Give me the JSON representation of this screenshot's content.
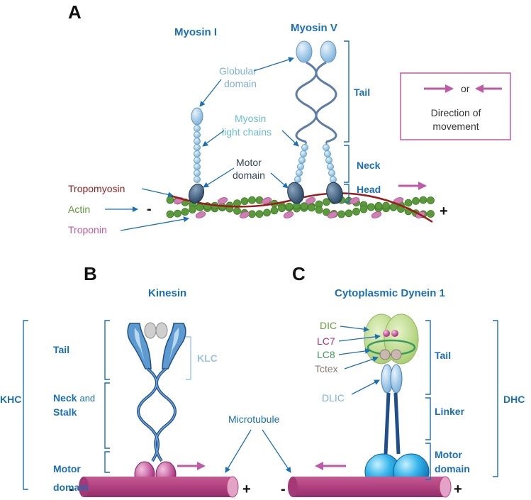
{
  "colors": {
    "blue_label": "#1a6fb5",
    "light_blue_label": "#7fb0d6",
    "tropomyosin": "#9b1c1c",
    "actin": "#5a9a3a",
    "troponin": "#c65a9e",
    "microtubule": "#b8457f",
    "arrow_pink": "#c05aa8",
    "dynein_green": "#b5d67a"
  },
  "panelA": {
    "letter": "A",
    "myosin1_title": "Myosin I",
    "myosin5_title": "Myosin V",
    "globular_line1": "Globular",
    "globular_line2": "domain",
    "light_chains_line1": "Myosin",
    "light_chains_line2": "light chains",
    "motor_line1": "Motor",
    "motor_line2": "domain",
    "tail": "Tail",
    "neck": "Neck",
    "head": "Head",
    "tropomyosin": "Tropomyosin",
    "actin": "Actin",
    "troponin": "Troponin",
    "minus": "-",
    "plus": "+",
    "legend_or": "or",
    "legend_line1": "Direction of",
    "legend_line2": "movement"
  },
  "panelB": {
    "letter": "B",
    "title": "Kinesin",
    "tail": "Tail",
    "neck_bold": "Neck",
    "neck_and": "and",
    "stalk": "Stalk",
    "motor_line1": "Motor",
    "motor_line2": "domain",
    "khc": "KHC",
    "klc": "KLC",
    "minus": "-",
    "plus": "+"
  },
  "panelC": {
    "letter": "C",
    "title": "Cytoplasmic Dynein 1",
    "dic": "DIC",
    "lc7": "LC7",
    "lc8": "LC8",
    "tctex": "Tctex",
    "dlic": "DLIC",
    "tail": "Tail",
    "linker": "Linker",
    "motor_line1": "Motor",
    "motor_line2": "domain",
    "dhc": "DHC",
    "minus": "-",
    "plus": "+"
  },
  "microtubule_label": "Microtubule"
}
